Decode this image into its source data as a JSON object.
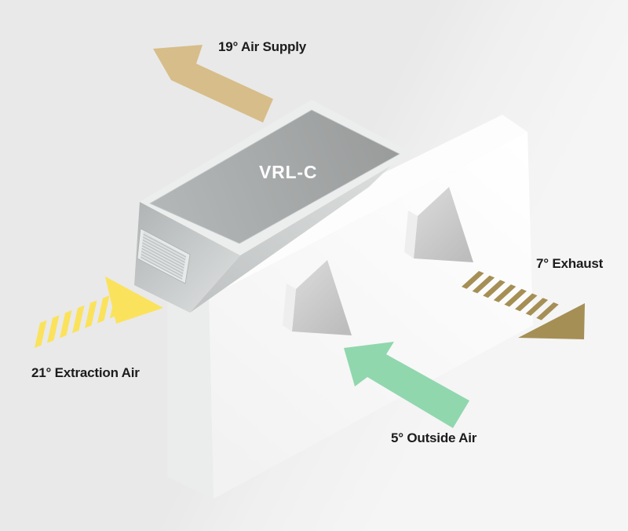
{
  "diagram": {
    "type": "hvac-unit-airflow-diagram",
    "unit_label": "VRL-C",
    "labels": {
      "air_supply": "19° Air Supply",
      "exhaust": "7° Exhaust",
      "extraction_air": "21° Extraction Air",
      "outside_air": "5° Outside Air"
    },
    "colors": {
      "air_supply_arrow": "#d7bd89",
      "exhaust_arrow": "#a68f55",
      "extraction_air_arrow": "#fbe25c",
      "outside_air_arrow": "#90d7ae",
      "label_text": "#1c1c1c",
      "unit_label_text": "#ffffff",
      "background": "#e9e9e9",
      "wall": "#fafafa",
      "unit_body": "#a6a9a9"
    },
    "flows": [
      {
        "label": "19° Air Supply",
        "temperature": "19°",
        "style": "solid",
        "direction": "up-left"
      },
      {
        "label": "7° Exhaust",
        "temperature": "7°",
        "style": "striped",
        "direction": "down-right"
      },
      {
        "label": "21° Extraction Air",
        "temperature": "21°",
        "style": "striped",
        "direction": "up-right"
      },
      {
        "label": "5° Outside Air",
        "temperature": "5°",
        "style": "solid",
        "direction": "up-left"
      }
    ]
  }
}
